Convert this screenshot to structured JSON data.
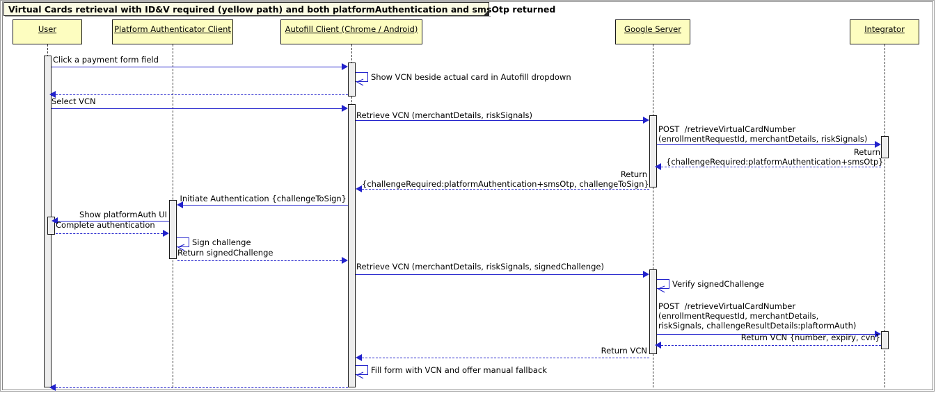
{
  "diagram": {
    "title": "Virtual Cards retrieval with ID&V required (yellow path) and both platformAuthentication and smsOtp returned",
    "type": "uml-sequence-diagram",
    "colors": {
      "participant_fill": "#fdfdc0",
      "note_fill": "#fbfbe4",
      "arrow": "#2222cc",
      "activation_fill": "#ededed",
      "border": "#1a1a1a"
    }
  },
  "participants": [
    {
      "id": "user",
      "label": "User"
    },
    {
      "id": "platform_auth",
      "label": "Platform Authenticator Client"
    },
    {
      "id": "autofill",
      "label": "Autofill Client (Chrome / Android)"
    },
    {
      "id": "google_server",
      "label": "Google Server"
    },
    {
      "id": "integrator",
      "label": "Integrator"
    }
  ],
  "messages": [
    {
      "id": "m1",
      "from": "user",
      "to": "autofill",
      "kind": "call",
      "label": "Click a payment form field"
    },
    {
      "id": "m2",
      "from": "autofill",
      "to": "autofill",
      "kind": "self",
      "label": "Show VCN beside actual card in Autofill dropdown"
    },
    {
      "id": "m3",
      "from": "autofill",
      "to": "user",
      "kind": "return",
      "label": ""
    },
    {
      "id": "m4",
      "from": "user",
      "to": "autofill",
      "kind": "call",
      "label": "Select VCN"
    },
    {
      "id": "m5",
      "from": "autofill",
      "to": "google_server",
      "kind": "call",
      "label": "Retrieve VCN (merchantDetails, riskSignals)"
    },
    {
      "id": "m6",
      "from": "google_server",
      "to": "integrator",
      "kind": "call",
      "label": "POST  /retrieveVirtualCardNumber\n(enrollmentRequestId, merchantDetails, riskSignals)"
    },
    {
      "id": "m7",
      "from": "integrator",
      "to": "google_server",
      "kind": "return",
      "label": "Return\n{challengeRequired:platformAuthentication+smsOtp}"
    },
    {
      "id": "m8",
      "from": "google_server",
      "to": "autofill",
      "kind": "return",
      "label": "Return\n{challengeRequired:platformAuthentication+smsOtp, challengeToSign}"
    },
    {
      "id": "m9",
      "from": "autofill",
      "to": "platform_auth",
      "kind": "call",
      "label": "Initiate Authentication {challengeToSign}"
    },
    {
      "id": "m10",
      "from": "platform_auth",
      "to": "user",
      "kind": "call",
      "label": "Show platformAuth UI"
    },
    {
      "id": "m11",
      "from": "user",
      "to": "platform_auth",
      "kind": "return",
      "label": "Complete authentication"
    },
    {
      "id": "m12",
      "from": "platform_auth",
      "to": "platform_auth",
      "kind": "self",
      "label": "Sign challenge"
    },
    {
      "id": "m13",
      "from": "platform_auth",
      "to": "autofill",
      "kind": "return",
      "label": "Return signedChallenge"
    },
    {
      "id": "m14",
      "from": "autofill",
      "to": "google_server",
      "kind": "call",
      "label": "Retrieve VCN (merchantDetails, riskSignals, signedChallenge)"
    },
    {
      "id": "m15",
      "from": "google_server",
      "to": "google_server",
      "kind": "self",
      "label": "Verify signedChallenge"
    },
    {
      "id": "m16",
      "from": "google_server",
      "to": "integrator",
      "kind": "call",
      "label": "POST  /retrieveVirtualCardNumber\n(enrollmentRequestId, merchantDetails,\nriskSignals, challengeResultDetails:plaftormAuth)"
    },
    {
      "id": "m17",
      "from": "integrator",
      "to": "google_server",
      "kind": "return",
      "label": "Return VCN {number, expiry, cvn}"
    },
    {
      "id": "m18",
      "from": "google_server",
      "to": "autofill",
      "kind": "return",
      "label": "Return VCN"
    },
    {
      "id": "m19",
      "from": "autofill",
      "to": "autofill",
      "kind": "self",
      "label": "Fill form with VCN and offer manual fallback"
    },
    {
      "id": "m20",
      "from": "autofill",
      "to": "user",
      "kind": "return",
      "label": ""
    }
  ]
}
